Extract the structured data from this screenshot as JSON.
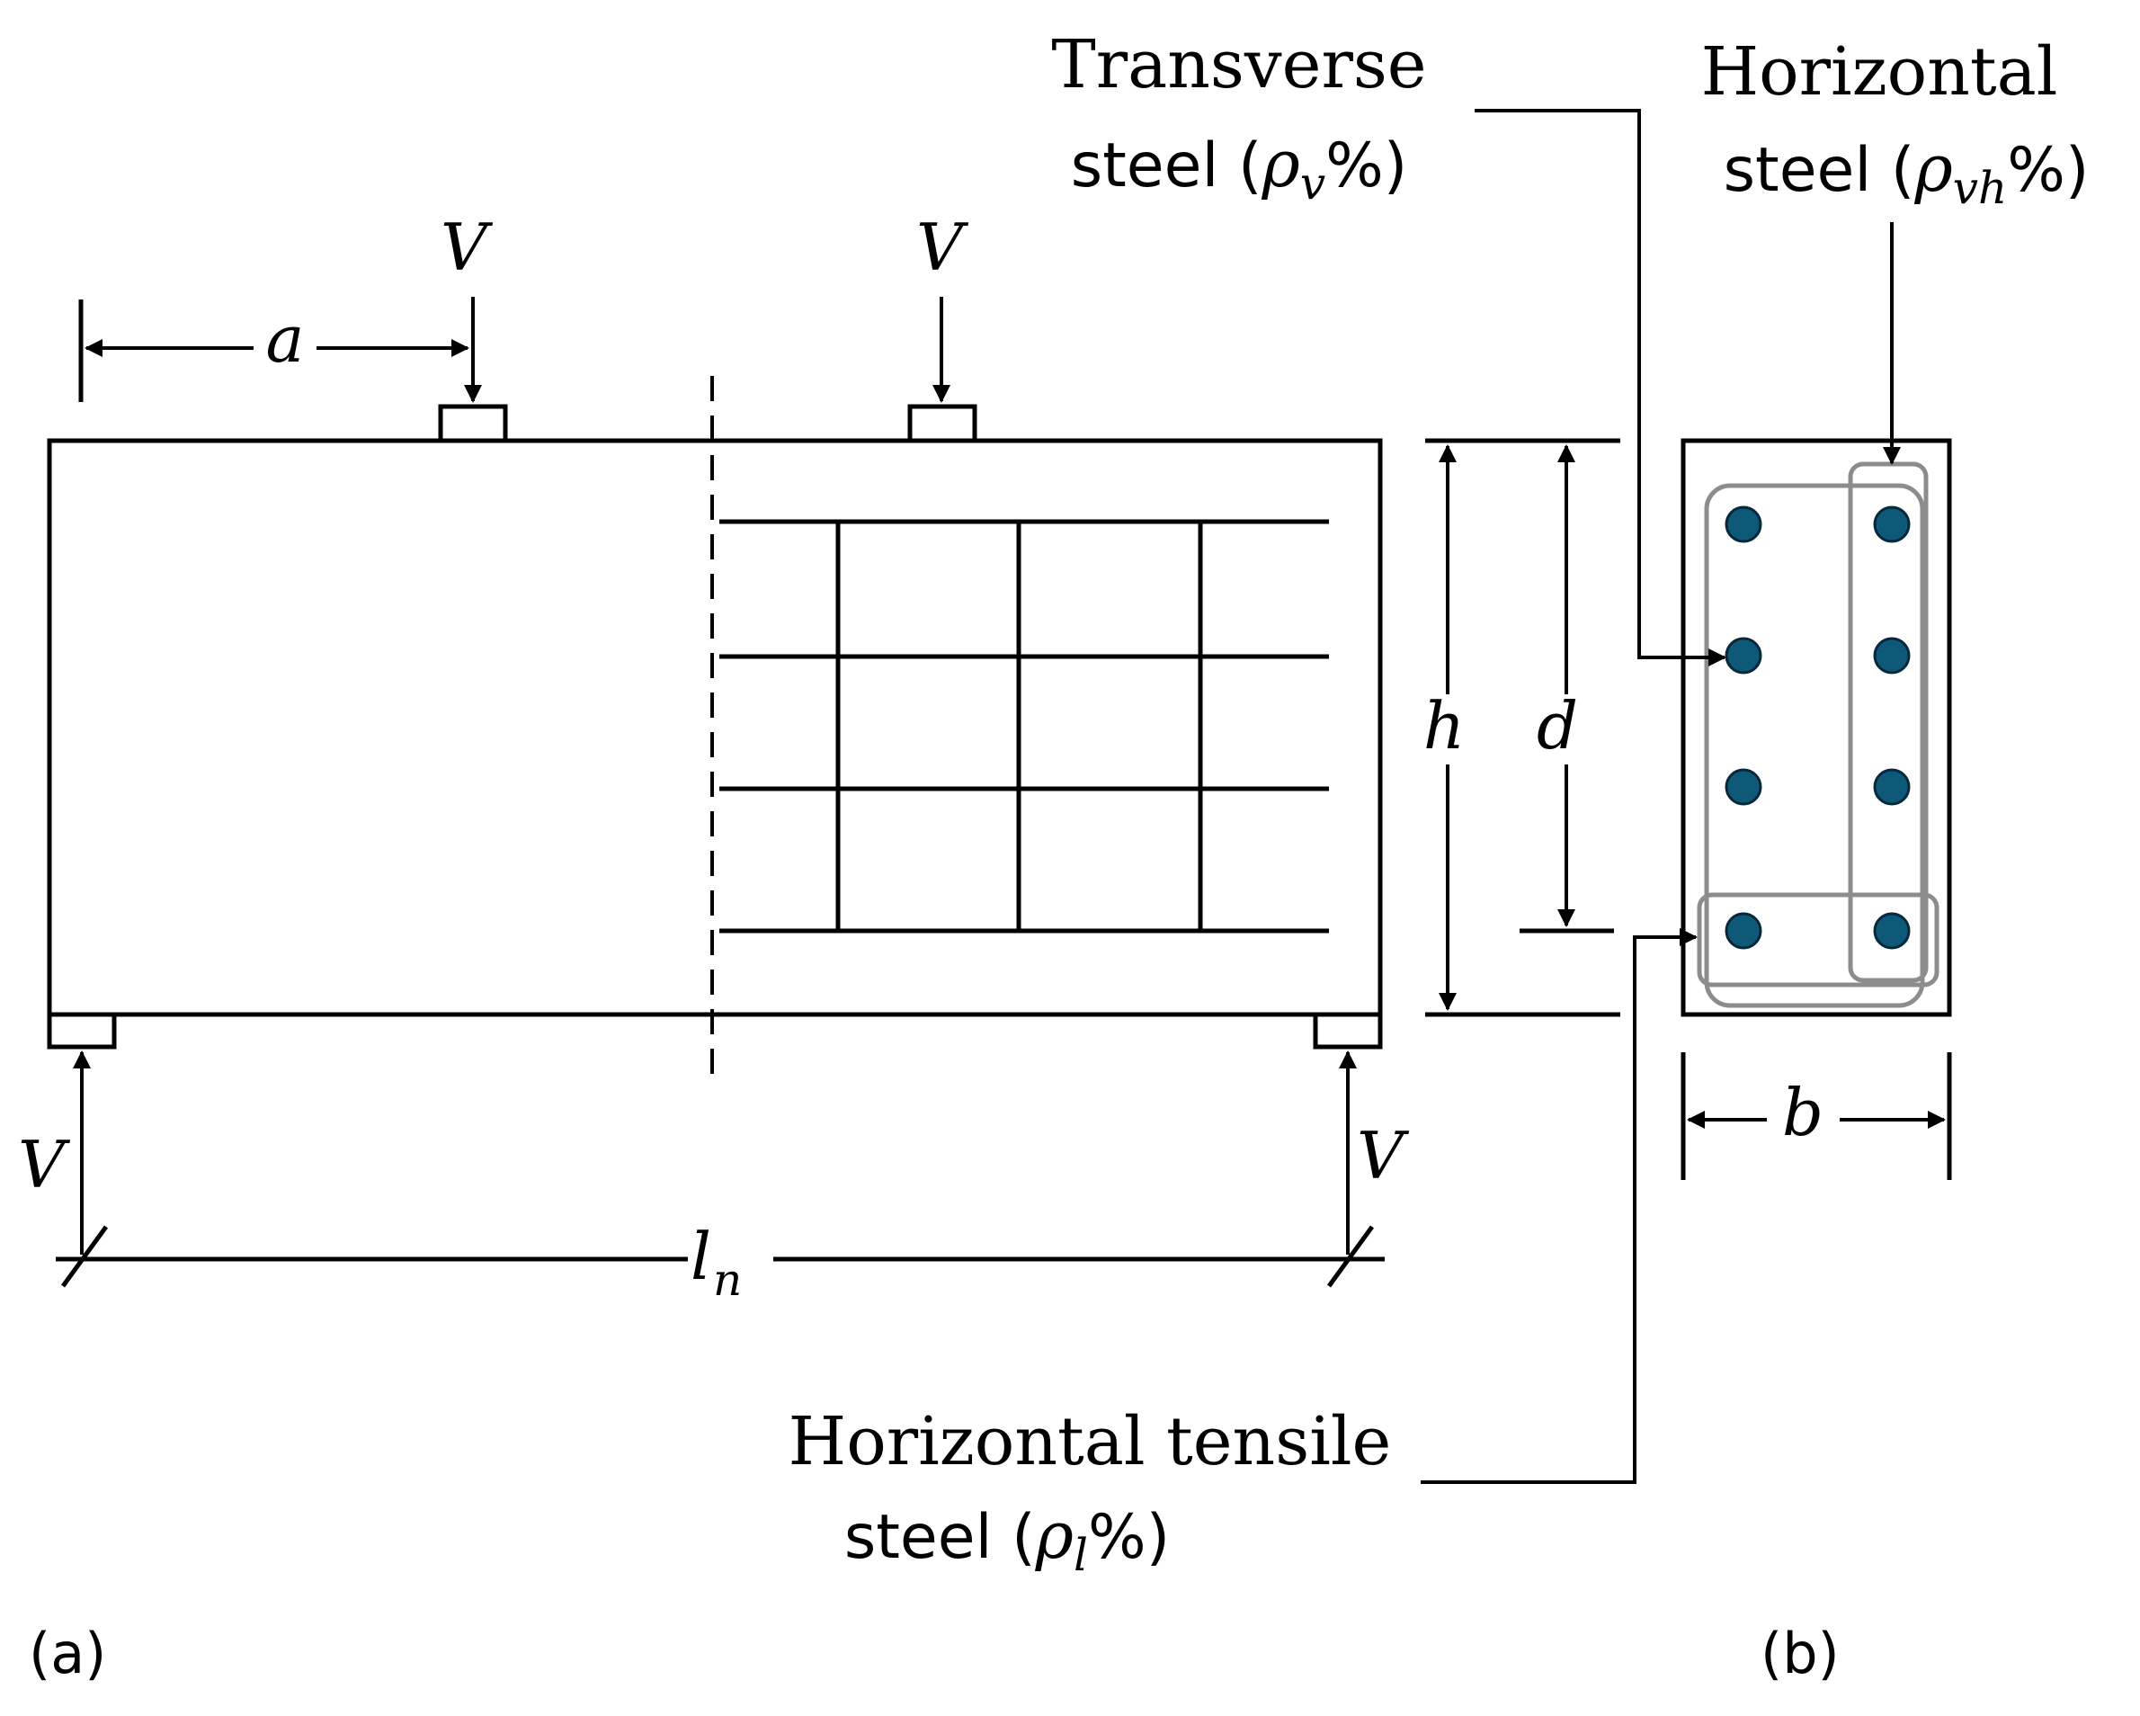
{
  "symbols": {
    "load": "V",
    "shear_span": "a",
    "height": "h",
    "effective_depth": "d",
    "width": "b",
    "span_base": "l",
    "span_sub": "n"
  },
  "labels": {
    "transverse_l1": "Transverse",
    "transverse_l2_prefix": "steel (",
    "transverse_rho": "ρ",
    "transverse_sub": "v",
    "transverse_suffix": "%)",
    "horizontal_l1": "Horizontal",
    "horizontal_l2_prefix": "steel (",
    "horizontal_rho": "ρ",
    "horizontal_sub": "vh",
    "horizontal_suffix": "%)",
    "tensile_l1": "Horizontal tensile",
    "tensile_l2_prefix": "steel (",
    "tensile_rho": "ρ",
    "tensile_sub": "l",
    "tensile_suffix": "%)"
  },
  "panels": {
    "left": "(a)",
    "right": "(b)"
  },
  "colors": {
    "rebar": "#0e5878",
    "stirrup": "#8c8c8c",
    "line": "#000000"
  }
}
